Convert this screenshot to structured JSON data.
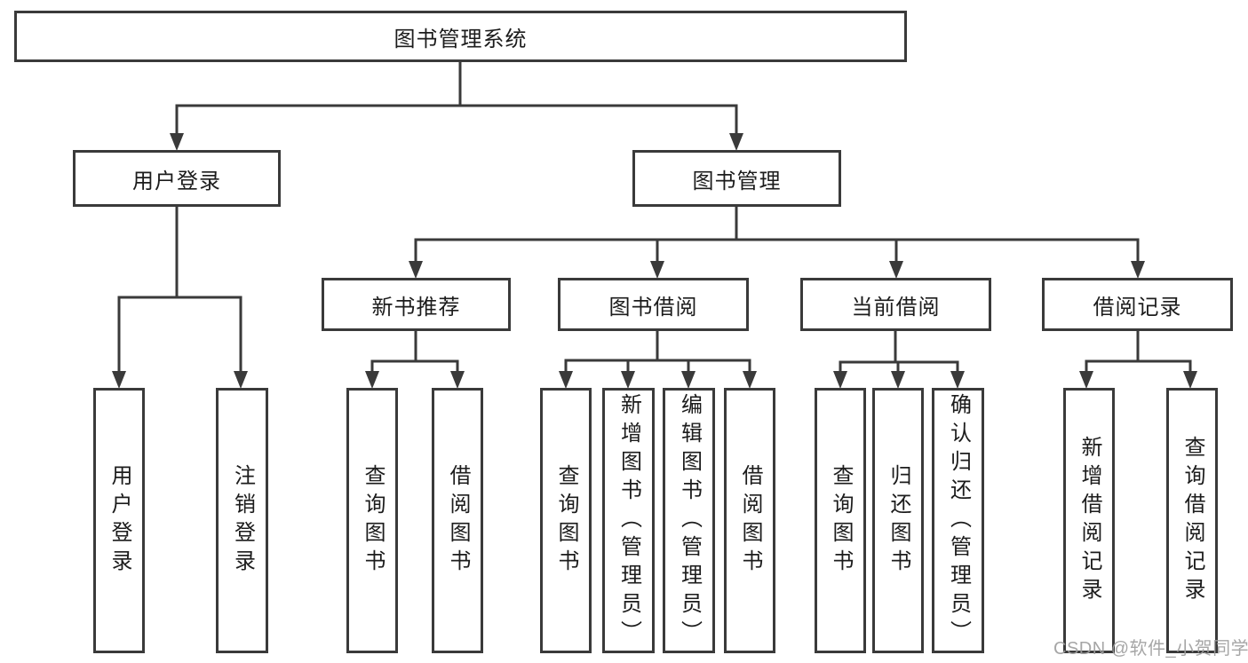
{
  "diagram": {
    "root": {
      "label": "图书管理系统"
    },
    "branches": [
      {
        "label": "用户登录",
        "children": [
          {
            "label": "用户登录"
          },
          {
            "label": "注销登录"
          }
        ]
      },
      {
        "label": "图书管理",
        "children": [
          {
            "label": "新书推荐",
            "children": [
              {
                "label": "查询图书"
              },
              {
                "label": "借阅图书"
              }
            ]
          },
          {
            "label": "图书借阅",
            "children": [
              {
                "label": "查询图书"
              },
              {
                "label": "新增图书（管理员）"
              },
              {
                "label": "编辑图书（管理员）"
              },
              {
                "label": "借阅图书"
              }
            ]
          },
          {
            "label": "当前借阅",
            "children": [
              {
                "label": "查询图书"
              },
              {
                "label": "归还图书"
              },
              {
                "label": "确认归还（管理员）"
              }
            ]
          },
          {
            "label": "借阅记录",
            "children": [
              {
                "label": "新增借阅记录"
              },
              {
                "label": "查询借阅记录"
              }
            ]
          }
        ]
      }
    ]
  },
  "watermark": {
    "text": "CSDN @软件_小贺同学"
  },
  "colors": {
    "line": "#3a3a3a",
    "box_border": "#3a3a3a",
    "text": "#1c1c1c",
    "watermark": "#9e9e9e",
    "background": "#ffffff"
  }
}
